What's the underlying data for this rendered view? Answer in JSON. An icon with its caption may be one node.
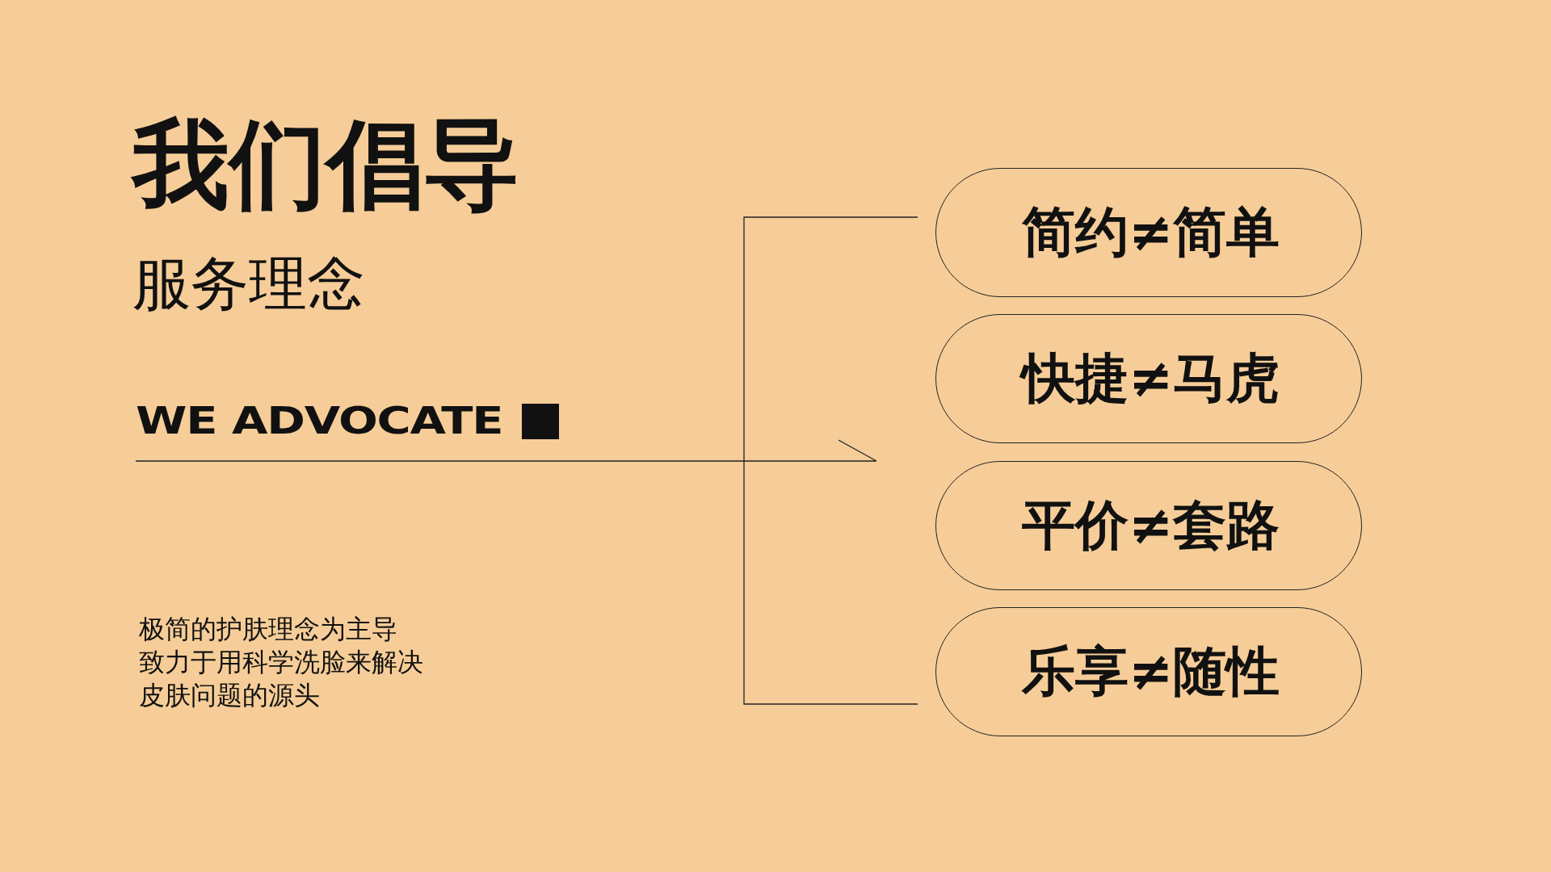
{
  "diagram": {
    "title": "我们倡导",
    "nodes": [
      {
        "text": [
          "简约≠简单"
        ]
      },
      {
        "text": [
          "快捷≠马虎"
        ]
      },
      {
        "text": [
          "平价≠套路"
        ]
      },
      {
        "text": [
          "乐享≠随性"
        ]
      }
    ],
    "labels": [
      "服务理念",
      "WE ADVOCATE",
      "极简的护肤理念为主导",
      "致力于用科学洗脸来解决",
      "皮肤问题的源头"
    ]
  }
}
